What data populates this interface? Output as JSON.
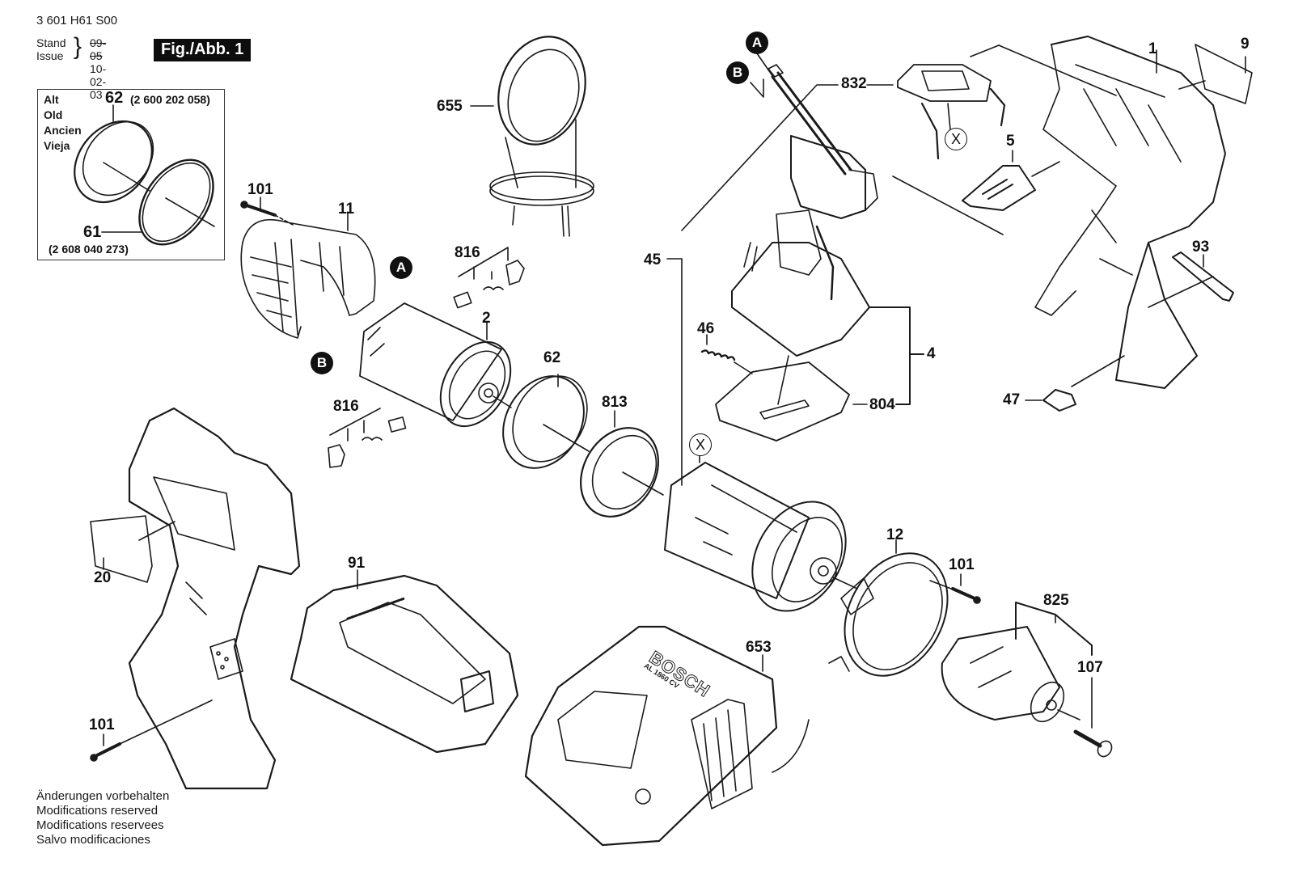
{
  "header": {
    "document_number": "3 601 H61 S00",
    "stand_label": "Stand",
    "issue_label": "Issue",
    "stand_date_struck": "09-05",
    "issue_date": "10-02-03",
    "figure_badge": "Fig./Abb. 1"
  },
  "old_parts_box": {
    "languages": [
      "Alt",
      "Old",
      "Ancien",
      "Vieja"
    ],
    "items": [
      {
        "ref": "62",
        "part_number": "(2 600 202 058)"
      },
      {
        "ref": "61",
        "part_number": "(2 608 040 273)"
      }
    ]
  },
  "callouts": {
    "c655": "655",
    "c101_top": "101",
    "c11": "11",
    "c816_top": "816",
    "c2": "2",
    "c62": "62",
    "c813": "813",
    "c816_bottom": "816",
    "c45": "45",
    "c832": "832",
    "c46": "46",
    "c4": "4",
    "c804": "804",
    "c5": "5",
    "c1": "1",
    "c9": "9",
    "c93": "93",
    "c47": "47",
    "c12": "12",
    "c101_right": "101",
    "c825": "825",
    "c107": "107",
    "c20": "20",
    "c91": "91",
    "c653": "653",
    "c101_bottom": "101"
  },
  "reference_markers": {
    "a_top": "A",
    "b_top": "B",
    "a_motor": "A",
    "b_motor": "B",
    "x_gearbox": "X",
    "x_cover": "X"
  },
  "charger_branding": {
    "brand": "BOSCH",
    "model": "AL 1860 CV"
  },
  "footer": {
    "notes": [
      "Änderungen vorbehalten",
      "Modifications reserved",
      "Modifications reservees",
      "Salvo modificaciones"
    ]
  }
}
